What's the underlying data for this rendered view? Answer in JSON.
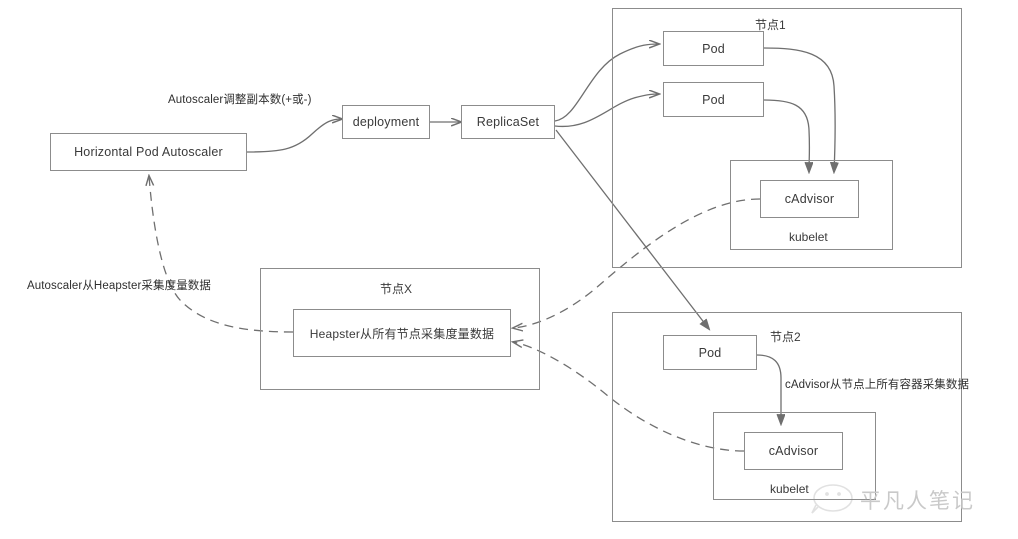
{
  "diagram": {
    "title": "Kubernetes Horizontal Pod Autoscaler / Heapster metrics flow",
    "colors": {
      "stroke": "#8c8c8c",
      "arrow": "#6f6f6f",
      "text": "#3a3a3a",
      "background": "#ffffff",
      "watermark": "#c9c9c9"
    }
  },
  "nodes": {
    "hpa": {
      "label": "Horizontal Pod Autoscaler"
    },
    "deployment": {
      "label": "deployment"
    },
    "replicaset": {
      "label": "ReplicaSet"
    },
    "node1": {
      "label": "节点1",
      "pod1": {
        "label": "Pod"
      },
      "pod2": {
        "label": "Pod"
      },
      "kubelet": {
        "label": "kubelet"
      },
      "cadvisor": {
        "label": "cAdvisor"
      }
    },
    "node2": {
      "label": "节点2",
      "pod1": {
        "label": "Pod"
      },
      "kubelet": {
        "label": "kubelet"
      },
      "cadvisor": {
        "label": "cAdvisor"
      }
    },
    "nodex": {
      "label": "节点X",
      "heapster": {
        "label": "Heapster从所有节点采集度量数据"
      }
    }
  },
  "edge_labels": {
    "scale_replicas": "Autoscaler调整副本数(+或-)",
    "autoscaler_from_heapster": "Autoscaler从Heapster采集度量数据",
    "cadvisor_from_node": "cAdvisor从节点上所有容器采集数据"
  },
  "watermark": {
    "text": "平凡人笔记",
    "logo": "wechat-logo"
  }
}
